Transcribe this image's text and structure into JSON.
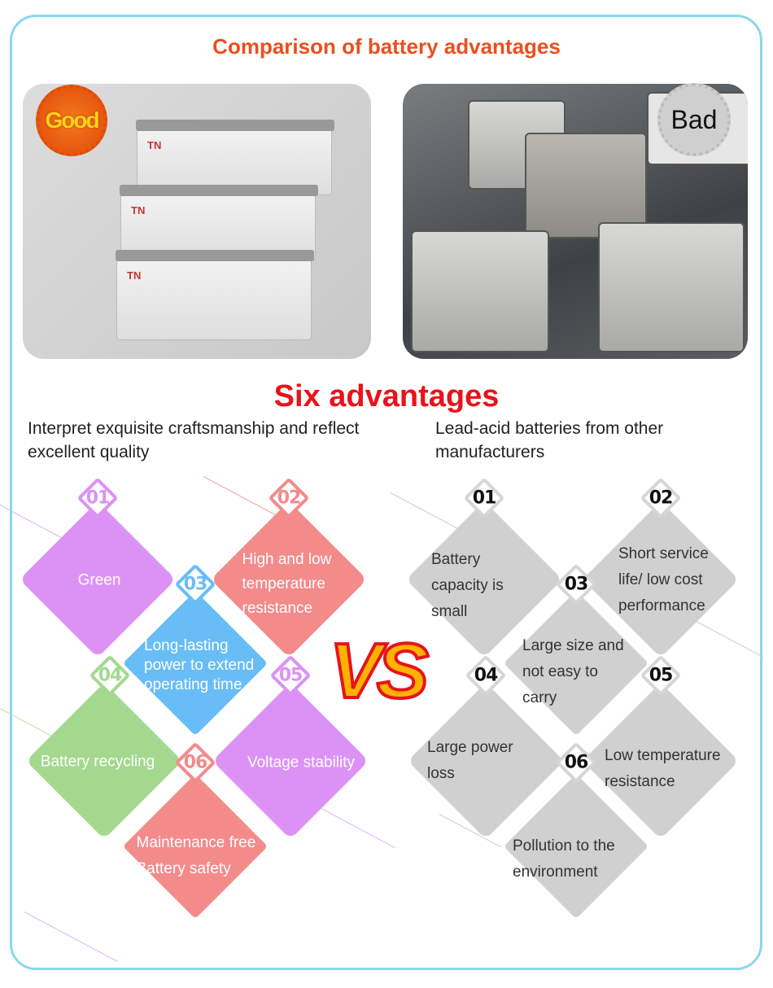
{
  "title": "Comparison of battery advantages",
  "good_badge": "Good",
  "bad_badge": "Bad",
  "battery_logo": "TN",
  "heading": "Six advantages",
  "left_subtitle": "Interpret exquisite craftsmanship and reflect excellent quality",
  "right_subtitle": "Lead-acid batteries from other manufacturers",
  "vs": "VS",
  "left_items": [
    {
      "num": "01",
      "text": "Green",
      "color": "#dc92f5"
    },
    {
      "num": "02",
      "text": "High and low temperature resistance",
      "color": "#f38b8b"
    },
    {
      "num": "03",
      "text": "Long-lasting power to extend operating time",
      "color": "#68bdf6"
    },
    {
      "num": "04",
      "text": "Battery recycling",
      "color": "#a5d88f"
    },
    {
      "num": "05",
      "text": "Voltage stability",
      "color": "#dc92f5"
    },
    {
      "num": "06",
      "text": "Maintenance free Battery safety",
      "color": "#f38b8b"
    }
  ],
  "right_items": [
    {
      "num": "01",
      "text": "Battery capacity is small"
    },
    {
      "num": "02",
      "text": "Short service life/ low cost performance"
    },
    {
      "num": "03",
      "text": "Large size and not easy to carry"
    },
    {
      "num": "04",
      "text": "Large power loss"
    },
    {
      "num": "05",
      "text": "Low temperature resistance"
    },
    {
      "num": "06",
      "text": "Pollution to the environment"
    }
  ],
  "colors": {
    "frame": "#8ad6ee",
    "title": "#e8501e",
    "heading": "#e8131b",
    "gray_tile": "#d0d0d0"
  }
}
